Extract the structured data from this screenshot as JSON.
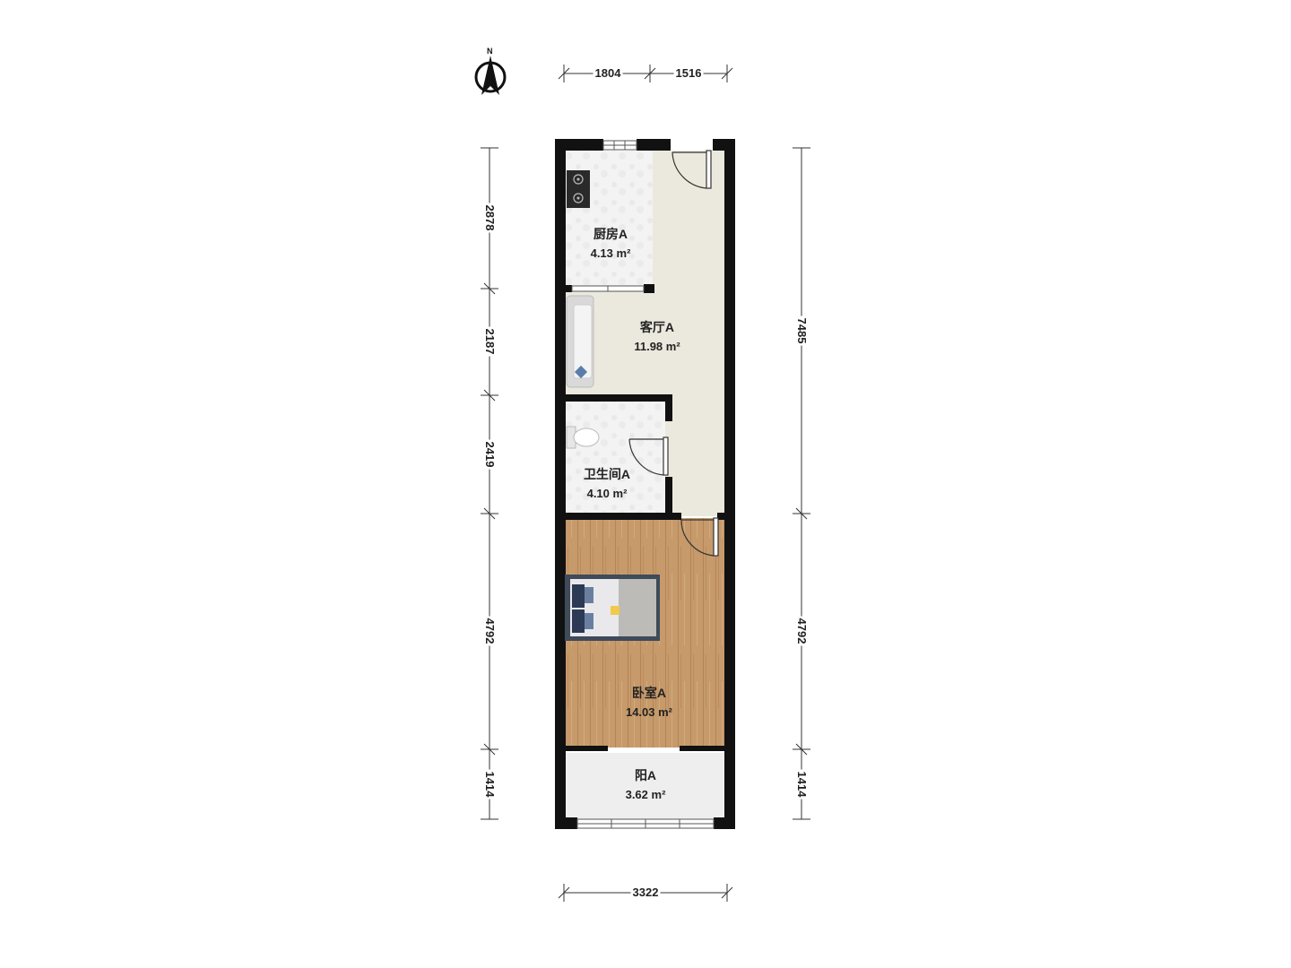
{
  "compass": {
    "north_label": "N",
    "icon": "north-arrow-icon"
  },
  "rooms": {
    "kitchen": {
      "name": "厨房A",
      "area": "4.13 m²"
    },
    "living": {
      "name": "客厅A",
      "area": "11.98 m²"
    },
    "bathroom": {
      "name": "卫生间A",
      "area": "4.10 m²"
    },
    "bedroom": {
      "name": "卧室A",
      "area": "14.03 m²"
    },
    "balcony": {
      "name": "阳A",
      "area": "3.62 m²"
    }
  },
  "dimensions": {
    "top": [
      "1804",
      "1516"
    ],
    "bottom": [
      "3322"
    ],
    "left": [
      "2878",
      "2187",
      "2419",
      "4792",
      "1414"
    ],
    "right": [
      "7485",
      "4792",
      "1414"
    ]
  },
  "colors": {
    "wall": "#111111",
    "tile_floor": "#f2f2f2",
    "living_floor": "#ebe8dd",
    "wood_floor": "#c79a6c",
    "balcony_floor": "#eeeeee"
  }
}
